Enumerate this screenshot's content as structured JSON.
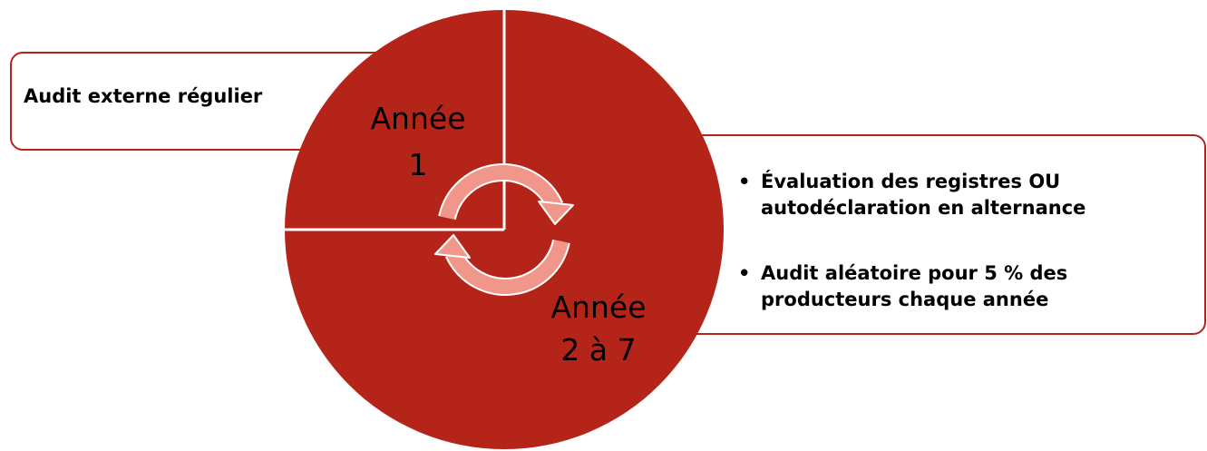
{
  "segments": {
    "year1": {
      "line1": "Année",
      "line2": "1"
    },
    "year2to7": {
      "line1": "Année",
      "line2": "2 à 7"
    }
  },
  "callouts": {
    "year1": {
      "text": "Audit externe régulier"
    },
    "year2to7": {
      "bullets": [
        {
          "line1": "Évaluation des registres OU",
          "line2": "autodéclaration en alternance"
        },
        {
          "line1": "Audit aléatoire pour 5 % des",
          "line2": "producteurs chaque année"
        }
      ]
    }
  },
  "colors": {
    "circle_fill": "#b52419",
    "callout_border": "#b52419",
    "divider": "#ffffff",
    "cycle_arrows": "#f0968a"
  },
  "icons": {
    "cycle": "circular-arrows-icon",
    "bullet": "•"
  }
}
